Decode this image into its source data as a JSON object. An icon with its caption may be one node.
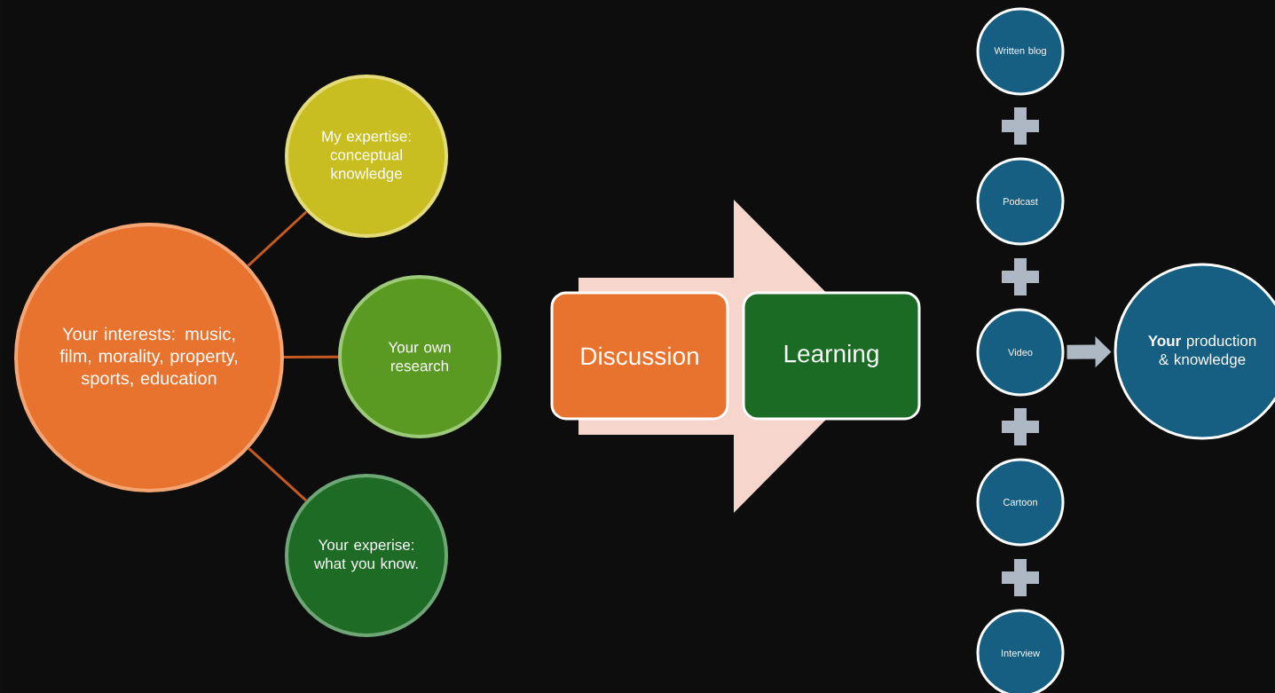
{
  "diagram": {
    "nodes": [
      {
        "text": [
          "Your interests: music, film, morality, property, sports, education"
        ]
      },
      {
        "text": [
          "My expertise: conceptual knowledge"
        ]
      },
      {
        "text": [
          "Your own research"
        ]
      },
      {
        "text": [
          "Your experise: what you know."
        ]
      },
      {
        "text": [
          "Discussion"
        ]
      },
      {
        "text": [
          "Learning"
        ]
      },
      {
        "text": [
          "Written blog"
        ]
      },
      {
        "text": [
          "Podcast"
        ]
      },
      {
        "text": [
          "Video"
        ]
      },
      {
        "text": [
          "Cartoon"
        ]
      },
      {
        "text": [
          "Interview"
        ]
      },
      {
        "text": [
          "**Your** production & knowledge"
        ]
      }
    ],
    "edges": [
      {
        "from": 0,
        "to": 1,
        "arrow": "none"
      },
      {
        "from": 0,
        "to": 2,
        "arrow": "none"
      },
      {
        "from": 0,
        "to": 3,
        "arrow": "none"
      },
      {
        "from": 4,
        "to": 5,
        "arrow": "to",
        "style": "thick",
        "color": "#f6d5cd"
      },
      {
        "from": 8,
        "to": 11,
        "arrow": "to",
        "style": "thick",
        "color": "#aeb8c4"
      }
    ]
  }
}
